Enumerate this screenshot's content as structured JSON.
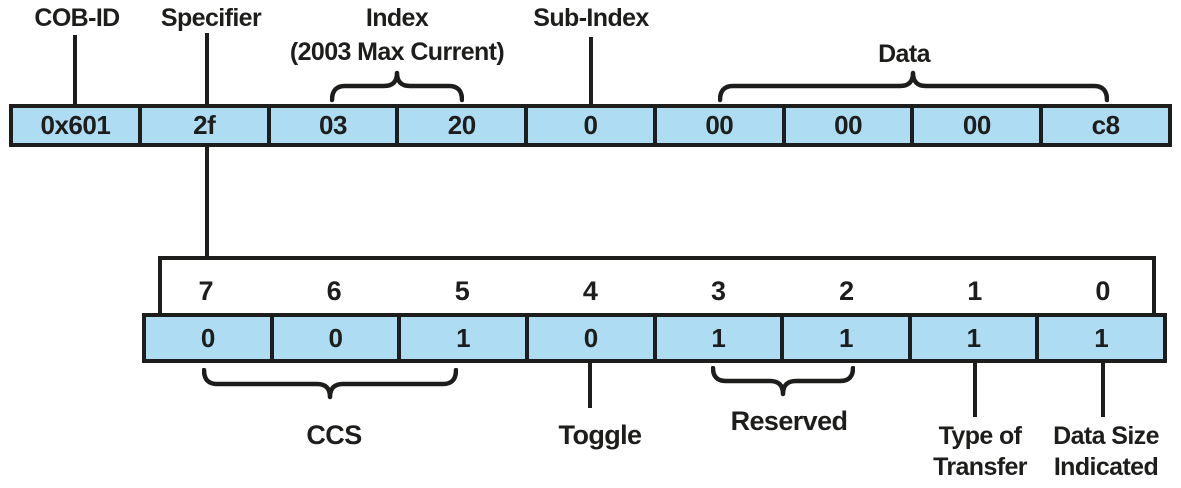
{
  "colors": {
    "cell_fill": "#aedcf2",
    "line": "#1d1d1b",
    "text": "#1d1d1b",
    "background": "#ffffff"
  },
  "top_labels": {
    "cob_id": "COB-ID",
    "specifier": "Specifier",
    "index_line1": "Index",
    "index_line2": "(2003 Max Current)",
    "sub_index": "Sub-Index",
    "data": "Data"
  },
  "byte_row": {
    "values": [
      "0x601",
      "2f",
      "03",
      "20",
      "0",
      "00",
      "00",
      "00",
      "c8"
    ]
  },
  "bit_row": {
    "numbers": [
      "7",
      "6",
      "5",
      "4",
      "3",
      "2",
      "1",
      "0"
    ],
    "values": [
      "0",
      "0",
      "1",
      "0",
      "1",
      "1",
      "1",
      "1"
    ]
  },
  "bottom_labels": {
    "ccs": "CCS",
    "toggle": "Toggle",
    "reserved": "Reserved",
    "type_of_transfer_line1": "Type of",
    "type_of_transfer_line2": "Transfer",
    "data_size_line1": "Data Size",
    "data_size_line2": "Indicated"
  }
}
